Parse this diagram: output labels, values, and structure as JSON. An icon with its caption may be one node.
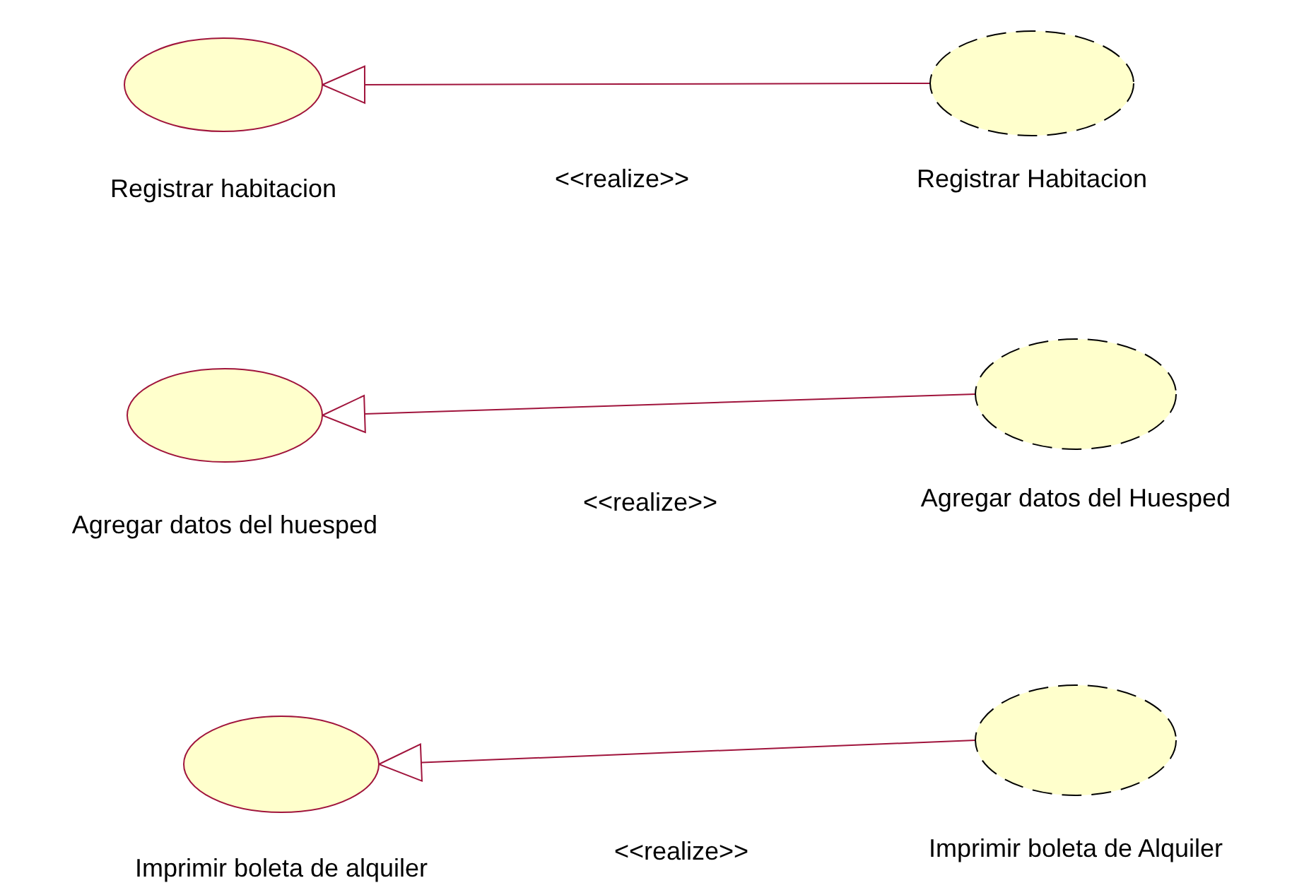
{
  "diagram": {
    "nodes": [
      {
        "text": [
          "Registrar habitacion"
        ]
      },
      {
        "text": [
          "Registrar Habitacion"
        ]
      },
      {
        "text": [
          "Agregar datos del huesped"
        ]
      },
      {
        "text": [
          "Agregar datos del Huesped"
        ]
      },
      {
        "text": [
          "Imprimir boleta de alquiler"
        ]
      },
      {
        "text": [
          "Imprimir boleta de Alquiler"
        ]
      }
    ],
    "edges": [
      {
        "from": 1,
        "to": 0,
        "arrow": "to",
        "label": "<<realize>>"
      },
      {
        "from": 3,
        "to": 2,
        "arrow": "to",
        "label": "<<realize>>"
      },
      {
        "from": 5,
        "to": 4,
        "arrow": "to",
        "label": "<<realize>>"
      }
    ]
  }
}
